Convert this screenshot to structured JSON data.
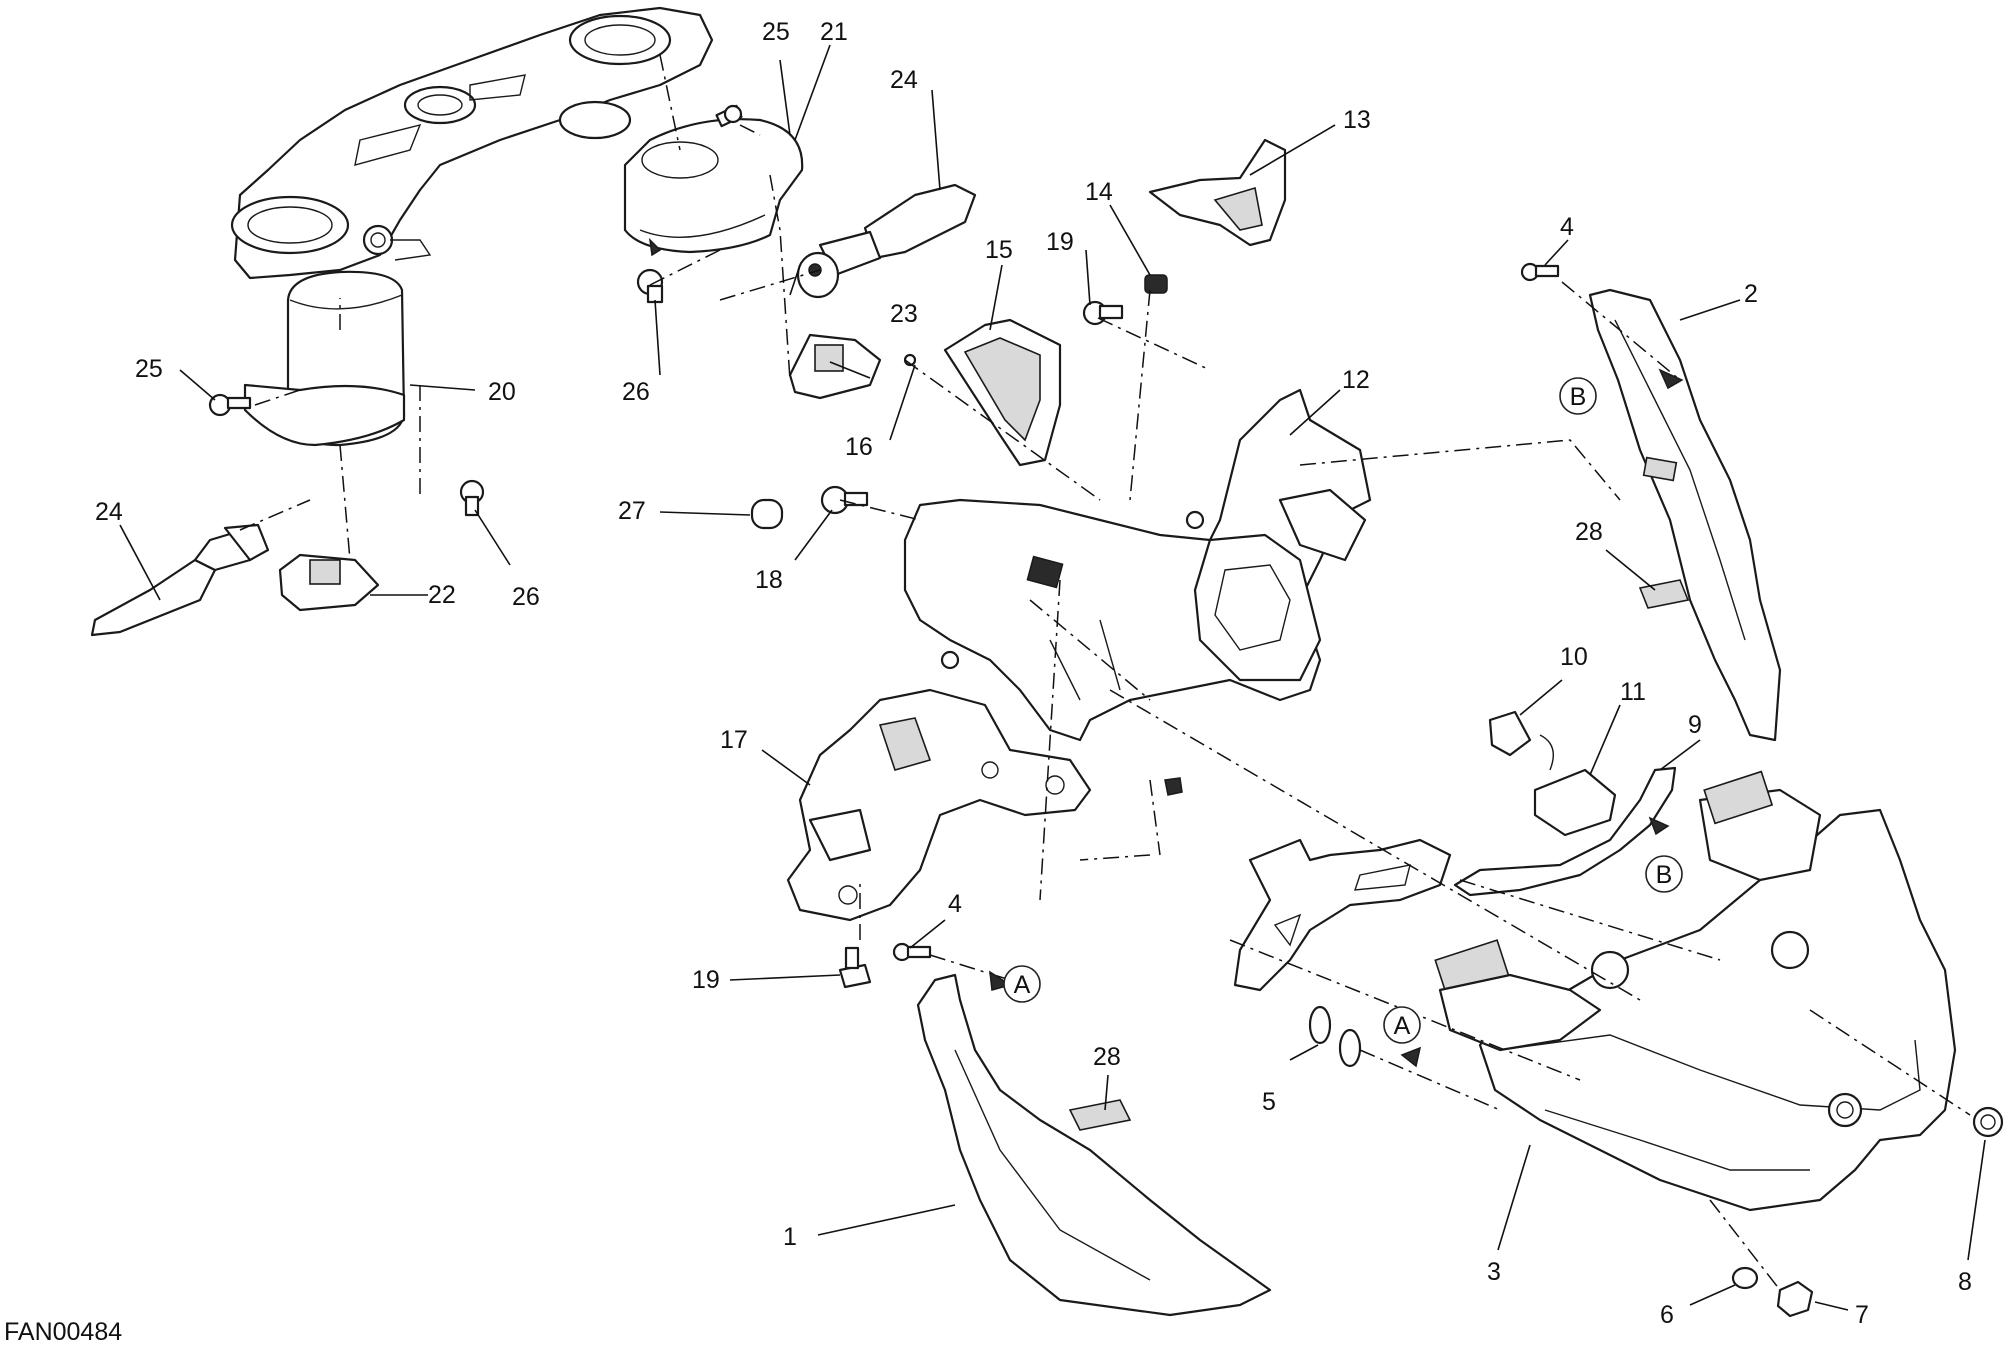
{
  "figure_code": "FAN00484",
  "markers": [
    "A",
    "B"
  ],
  "part_numbers": [
    "1",
    "2",
    "3",
    "4",
    "5",
    "6",
    "7",
    "8",
    "9",
    "10",
    "11",
    "12",
    "13",
    "14",
    "15",
    "16",
    "17",
    "18",
    "19",
    "20",
    "21",
    "22",
    "23",
    "24",
    "25",
    "26",
    "27",
    "28"
  ]
}
